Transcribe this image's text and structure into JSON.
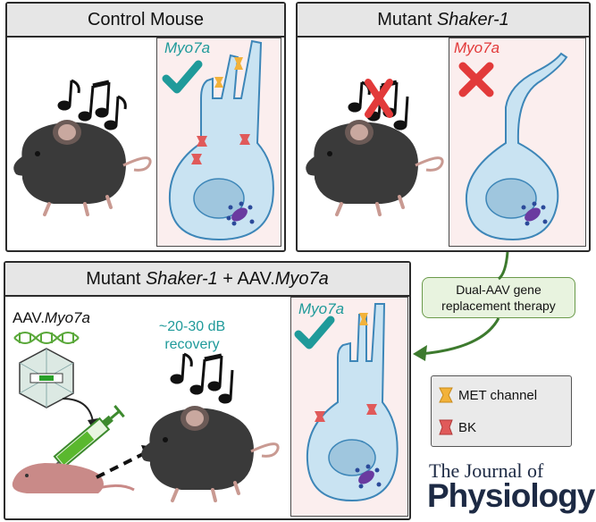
{
  "panels": {
    "control": {
      "title": "Control Mouse",
      "gene": "Myo7a"
    },
    "mutant": {
      "title_prefix": "Mutant ",
      "title_italic": "Shaker-1",
      "gene": "Myo7a"
    },
    "treated": {
      "title_prefix": "Mutant ",
      "title_italic": "Shaker-1",
      "title_mid": " + AAV.",
      "title_italic2": "Myo7a",
      "gene": "Myo7a"
    }
  },
  "vector": {
    "prefix": "AAV.",
    "italic": "Myo7a"
  },
  "recovery": {
    "line1": "~20-30 dB",
    "line2": "recovery"
  },
  "therapy": {
    "line1": "Dual-AAV gene",
    "line2": "replacement therapy"
  },
  "legend": {
    "met": "MET channel",
    "bk": "BK"
  },
  "journal": {
    "line1": "The Journal of",
    "line2": "Physiology"
  },
  "colors": {
    "teal": "#1f9a9a",
    "red": "#e23a3a",
    "cell_fill": "#c9e3f2",
    "cell_stroke": "#3d86b8",
    "arrow_green": "#3d7a2e",
    "met": "#f2b23a",
    "bk": "#e05a5a"
  }
}
